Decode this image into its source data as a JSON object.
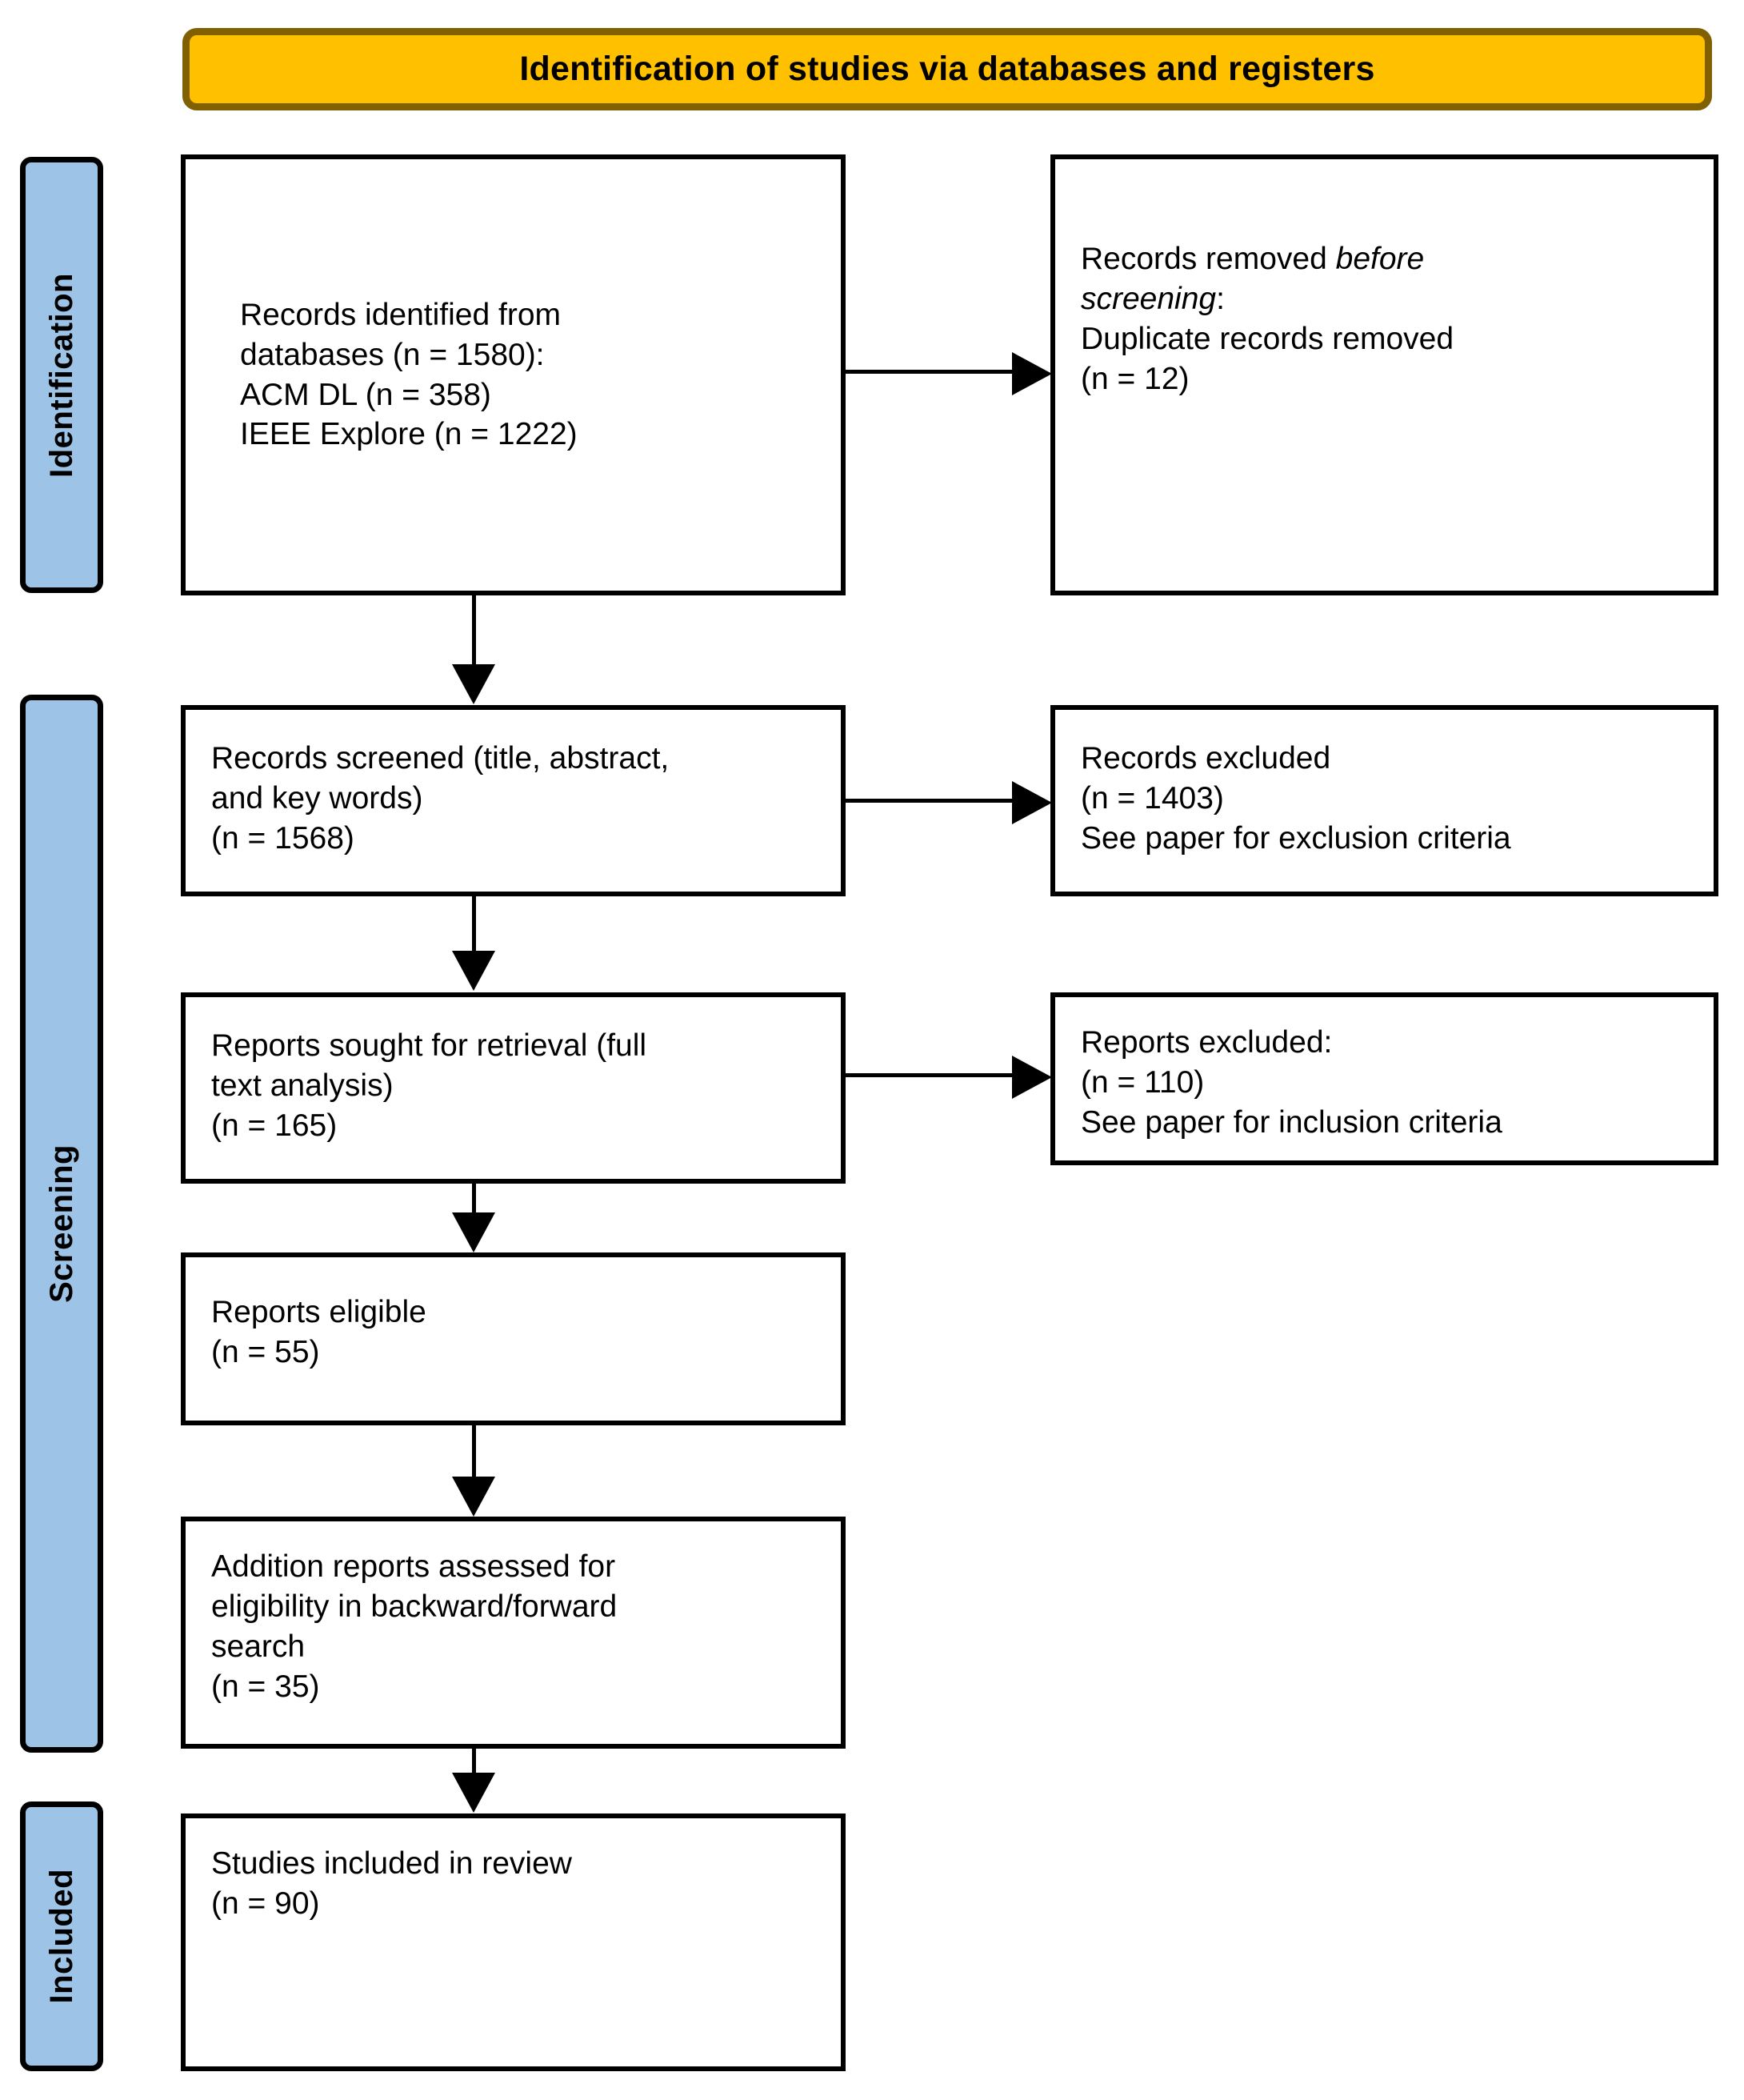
{
  "diagram": {
    "type": "prisma-flow-diagram",
    "banner": {
      "title": "Identification of studies via databases and registers",
      "fill_color": "#FFC000",
      "border_color": "#806000"
    },
    "stages": [
      {
        "name": "identification",
        "label": "Identification",
        "fill_color": "#9DC3E6"
      },
      {
        "name": "screening",
        "label": "Screening",
        "fill_color": "#9DC3E6"
      },
      {
        "name": "included",
        "label": "Included",
        "fill_color": "#9DC3E6"
      }
    ],
    "boxes": {
      "records_identified": {
        "text": "Records identified from\ndatabases (n = 1580):\nACM DL (n = 358)\nIEEE Explore (n = 1222)",
        "n_total": 1580,
        "sources": [
          {
            "name": "ACM DL",
            "n": 358
          },
          {
            "name": "IEEE Explore",
            "n": 1222
          }
        ]
      },
      "records_removed": {
        "line1_prefix": "Records removed ",
        "line1_italic": "before",
        "line2_italic": "screening",
        "line2_suffix": ":",
        "line3": "Duplicate records removed",
        "line4": "(n = 12)",
        "n": 12
      },
      "records_screened": {
        "text": "Records screened (title, abstract,\nand key words)\n(n = 1568)",
        "n": 1568
      },
      "records_excluded": {
        "text": "Records excluded\n(n = 1403)\nSee paper for exclusion criteria",
        "n": 1403
      },
      "reports_sought": {
        "text": "Reports sought for retrieval (full\ntext analysis)\n(n = 165)",
        "n": 165
      },
      "reports_excluded": {
        "text": "Reports excluded:\n(n = 110)\nSee paper for inclusion criteria",
        "n": 110
      },
      "reports_eligible": {
        "text": "Reports eligible\n(n = 55)",
        "n": 55
      },
      "additional_reports": {
        "text": "Addition reports assessed for\neligibility in backward/forward\nsearch\n(n = 35)",
        "n": 35
      },
      "studies_included": {
        "text": "Studies included in review\n(n = 90)",
        "n": 90
      }
    }
  }
}
